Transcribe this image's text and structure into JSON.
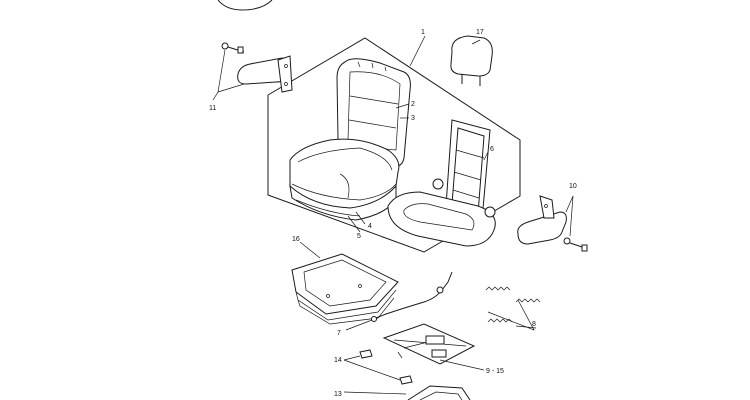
{
  "labels": {
    "p1": "1",
    "p2": "2",
    "p3": "3",
    "p4": "4",
    "p5": "5",
    "p6": "6",
    "p7": "7",
    "p8": "8",
    "p9_15": "9 - 15",
    "p10": "10",
    "p11": "11",
    "p13": "13",
    "p14": "14",
    "p16": "16",
    "p17": "17"
  }
}
